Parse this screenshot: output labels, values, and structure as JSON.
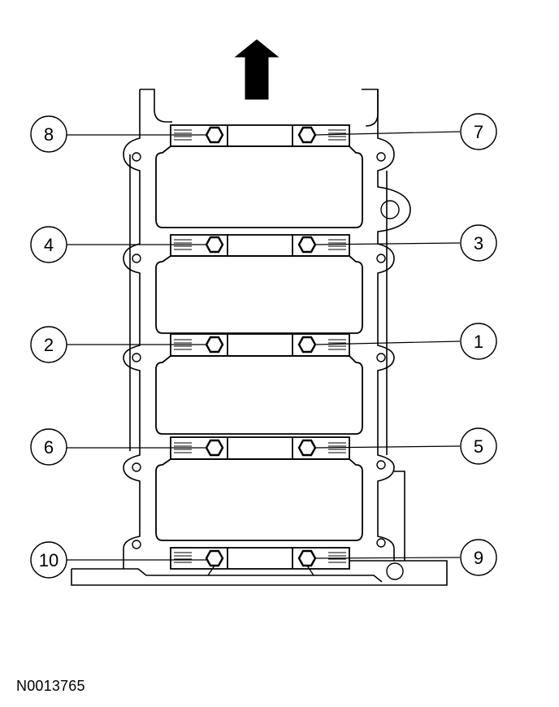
{
  "diagram": {
    "colors": {
      "line": "#000000",
      "background": "#ffffff"
    },
    "direction_icon": "arrow-up-icon",
    "callouts": [
      {
        "label": "8",
        "side": "left"
      },
      {
        "label": "7",
        "side": "right"
      },
      {
        "label": "4",
        "side": "left"
      },
      {
        "label": "3",
        "side": "right"
      },
      {
        "label": "2",
        "side": "left"
      },
      {
        "label": "1",
        "side": "right"
      },
      {
        "label": "6",
        "side": "left"
      },
      {
        "label": "5",
        "side": "right"
      },
      {
        "label": "10",
        "side": "left"
      },
      {
        "label": "9",
        "side": "right"
      }
    ],
    "reference_number": "N0013765"
  }
}
